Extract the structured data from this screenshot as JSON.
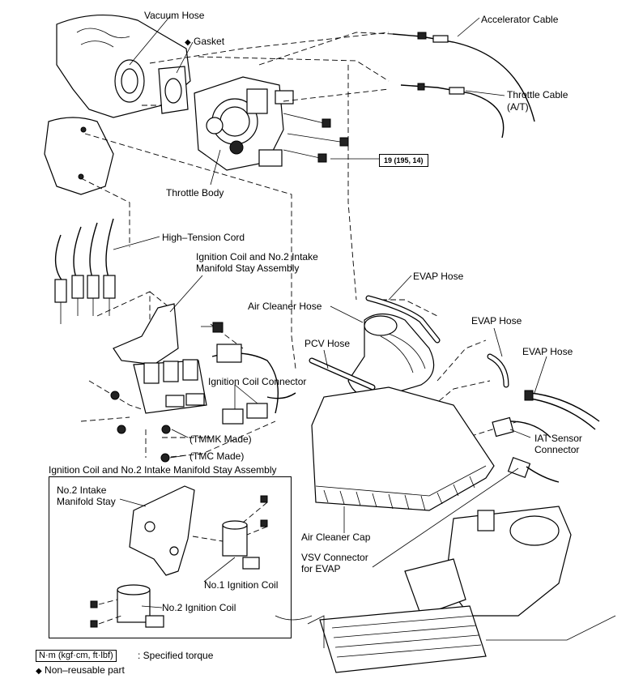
{
  "labels": {
    "vacuum_hose": "Vacuum Hose",
    "gasket": "Gasket",
    "accelerator_cable": "Accelerator Cable",
    "throttle_cable": "Throttle Cable",
    "throttle_cable_at": "(A/T)",
    "throttle_body": "Throttle Body",
    "high_tension_cord": "High–Tension Cord",
    "ignition_coil_stay_l1": "Ignition Coil and No.2 Intake",
    "ignition_coil_stay_l2": "Manifold Stay Assembly",
    "evap_hose_1": "EVAP Hose",
    "air_cleaner_hose": "Air Cleaner Hose",
    "evap_hose_2": "EVAP Hose",
    "pcv_hose": "PCV Hose",
    "evap_hose_3": "EVAP Hose",
    "ignition_coil_connector": "Ignition Coil Connector",
    "iat_sensor_l1": "IAT Sensor",
    "iat_sensor_l2": "Connector",
    "tmmk_made": "(TMMK Made)",
    "tmc_made": "(TMC Made)",
    "inset_title": "Ignition Coil and No.2 Intake Manifold Stay Assembly",
    "no2_stay_l1": "No.2 Intake",
    "no2_stay_l2": "Manifold Stay",
    "no1_ignition_coil": "No.1 Ignition Coil",
    "no2_ignition_coil": "No.2 Ignition Coil",
    "air_cleaner_cap": "Air Cleaner Cap",
    "vsv_connector_l1": "VSV Connector",
    "vsv_connector_l2": "for EVAP"
  },
  "torque": "19 (195, 14)",
  "legend": {
    "torque_unit": "N·m (kgf·cm, ft·lbf)",
    "torque_desc": ": Specified torque",
    "non_reusable": "Non–reusable part",
    "non_reusable_symbol": "◆"
  },
  "colors": {
    "line": "#000000",
    "background": "#ffffff"
  }
}
